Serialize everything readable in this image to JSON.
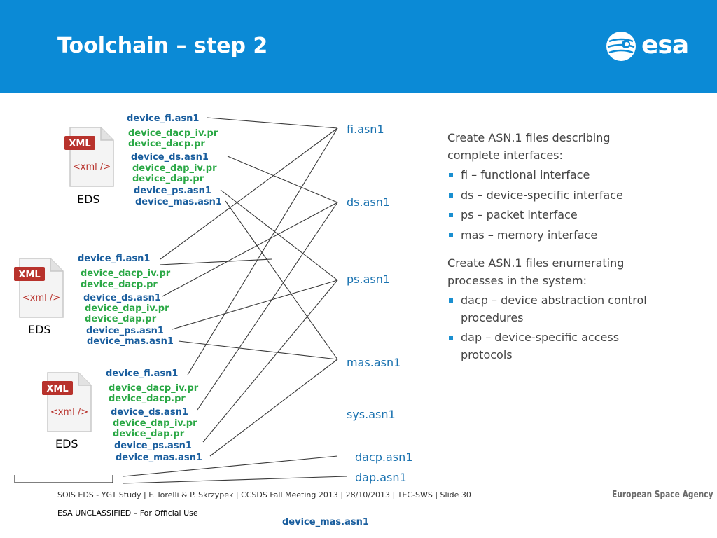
{
  "slide": {
    "title": "Toolchain – step 2",
    "logo_text": "esa",
    "brand_color": "#0b8ad6"
  },
  "eds_groups": [
    {
      "label": "EDS",
      "files": [
        {
          "text": "device_fi.asn1",
          "kind": "asn"
        },
        {
          "text": "device_dacp_iv.pr",
          "kind": "pr"
        },
        {
          "text": "device_dacp.pr",
          "kind": "pr"
        },
        {
          "text": "device_ds.asn1",
          "kind": "asn"
        },
        {
          "text": "device_dap_iv.pr",
          "kind": "pr"
        },
        {
          "text": "device_dap.pr",
          "kind": "pr"
        },
        {
          "text": "device_ps.asn1",
          "kind": "asn"
        },
        {
          "text": "device_mas.asn1",
          "kind": "asn"
        }
      ]
    },
    {
      "label": "EDS",
      "files": [
        {
          "text": "device_fi.asn1",
          "kind": "asn"
        },
        {
          "text": "device_dacp_iv.pr",
          "kind": "pr"
        },
        {
          "text": "device_dacp.pr",
          "kind": "pr"
        },
        {
          "text": "device_ds.asn1",
          "kind": "asn"
        },
        {
          "text": "device_dap_iv.pr",
          "kind": "pr"
        },
        {
          "text": "device_dap.pr",
          "kind": "pr"
        },
        {
          "text": "device_ps.asn1",
          "kind": "asn"
        },
        {
          "text": "device_mas.asn1",
          "kind": "asn"
        }
      ]
    },
    {
      "label": "EDS",
      "files": [
        {
          "text": "device_fi.asn1",
          "kind": "asn"
        },
        {
          "text": "device_dacp_iv.pr",
          "kind": "pr"
        },
        {
          "text": "device_dacp.pr",
          "kind": "pr"
        },
        {
          "text": "device_ds.asn1",
          "kind": "asn"
        },
        {
          "text": "device_dap_iv.pr",
          "kind": "pr"
        },
        {
          "text": "device_dap.pr",
          "kind": "pr"
        },
        {
          "text": "device_ps.asn1",
          "kind": "asn"
        },
        {
          "text": "device_mas.asn1",
          "kind": "asn"
        }
      ]
    }
  ],
  "xml_icon": {
    "badge": "XML",
    "tag": "<xml />"
  },
  "targets": [
    "fi.asn1",
    "ds.asn1",
    "ps.asn1",
    "mas.asn1",
    "sys.asn1",
    "dacp.asn1",
    "dap.asn1"
  ],
  "notes": {
    "intro1": "Create ASN.1 files describing complete interfaces:",
    "list1": [
      "fi – functional interface",
      "ds – device-specific interface",
      "ps – packet interface",
      "mas – memory interface"
    ],
    "intro2": "Create ASN.1 files enumerating processes in the system:",
    "list2": [
      "dacp – device abstraction control procedures",
      "dap – device-specific access protocols"
    ]
  },
  "footer": {
    "citation": "SOIS EDS - YGT Study | F. Torelli & P. Skrzypek | CCSDS Fall Meeting 2013 | 28/10/2013 | TEC-SWS | Slide",
    "slide_number": "30",
    "agency": "European Space Agency",
    "classification": "ESA UNCLASSIFIED – For Official Use",
    "stray_label": "device_mas.asn1"
  }
}
